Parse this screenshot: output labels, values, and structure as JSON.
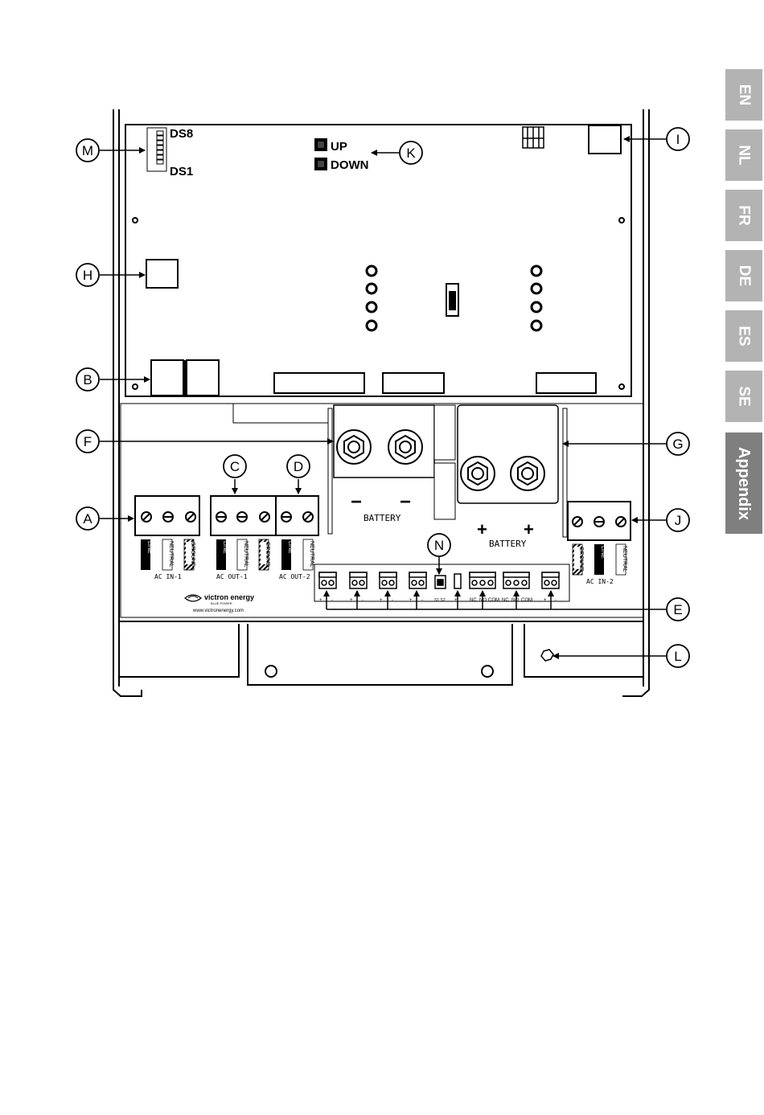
{
  "side_tabs": [
    {
      "label": "EN",
      "active": false
    },
    {
      "label": "NL",
      "active": false
    },
    {
      "label": "FR",
      "active": false
    },
    {
      "label": "DE",
      "active": false
    },
    {
      "label": "ES",
      "active": false
    },
    {
      "label": "SE",
      "active": false
    },
    {
      "label": "Appendix",
      "active": true
    }
  ],
  "callouts": {
    "A": "A",
    "B": "B",
    "C": "C",
    "D": "D",
    "E": "E",
    "F": "F",
    "G": "G",
    "H": "H",
    "I": "I",
    "J": "J",
    "K": "K",
    "L": "L",
    "M": "M",
    "N": "N"
  },
  "board": {
    "ds_top": "DS8",
    "ds_bottom": "DS1",
    "up_label": "UP",
    "down_label": "DOWN"
  },
  "terminals": {
    "line": "LINE",
    "neutral": "NEUTRAL",
    "ground": "GROUND",
    "ac_in_1": "AC IN-1",
    "ac_out_1": "AC OUT-1",
    "ac_out_2": "AC OUT-2",
    "ac_in_2": "AC IN-2"
  },
  "battery": {
    "label": "BATTERY",
    "minus": "−",
    "plus": "+"
  },
  "io_strip": {
    "plus": "+",
    "minus": "-",
    "nc": "NC",
    "no": "NO",
    "com": "COM",
    "dip": "S1 S2"
  },
  "brand": {
    "name": "victron energy",
    "tagline": "BLUE POWER",
    "url": "www.victronenergy.com"
  }
}
